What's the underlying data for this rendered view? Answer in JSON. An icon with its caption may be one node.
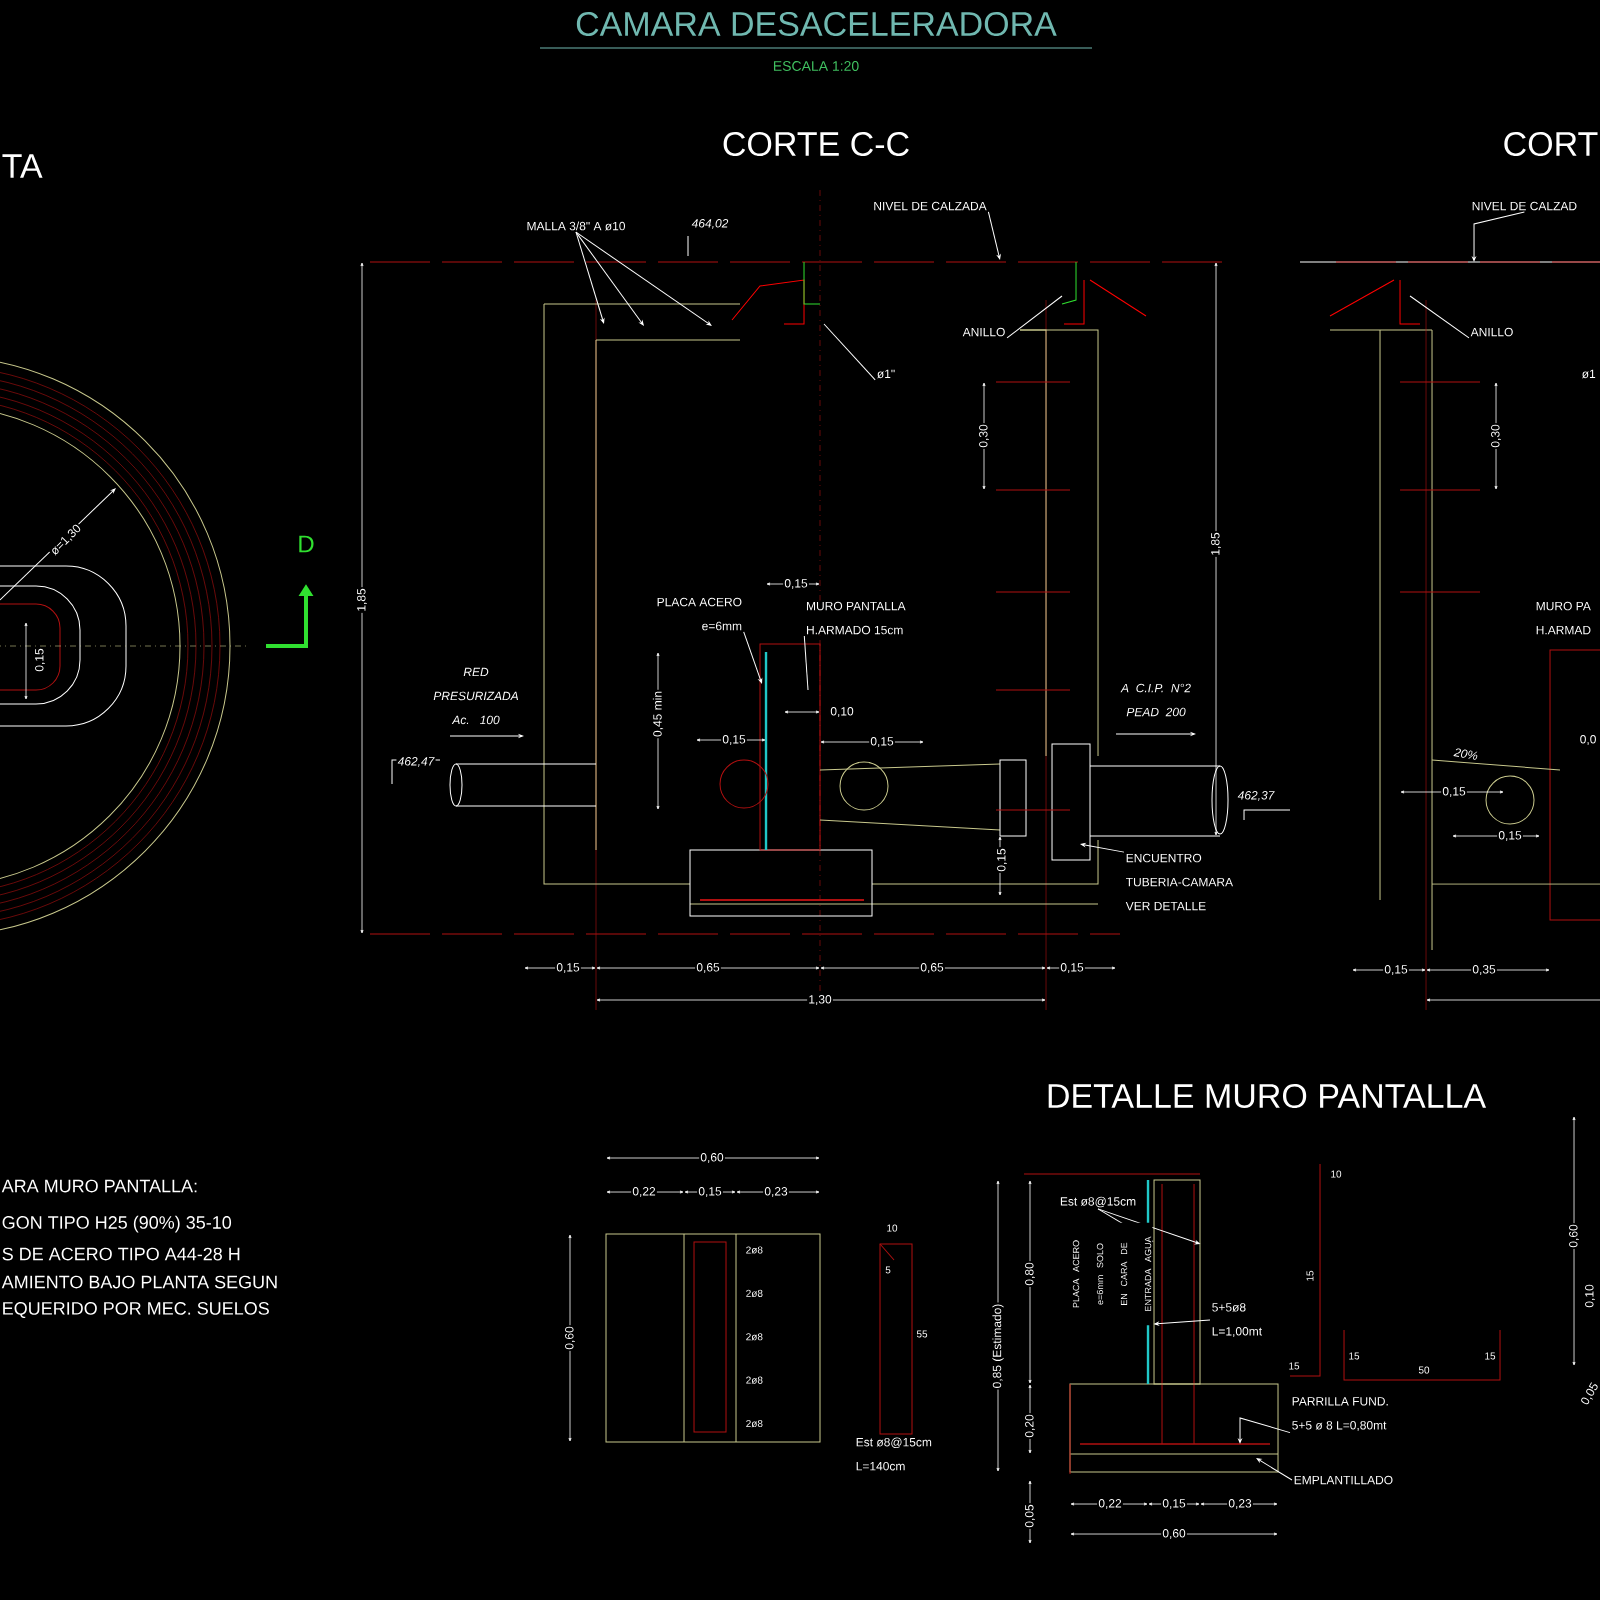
{
  "diagram": {
    "title": "CAMARA DESACELERADORA",
    "nodes": [
      {
        "text": [
          "MALLA 3/8\" A ø10"
        ]
      },
      {
        "text": [
          "NIVEL DE CALZADA"
        ]
      },
      {
        "text": [
          "ANILLO"
        ]
      },
      {
        "text": [
          "ø1\""
        ]
      },
      {
        "text": [
          "NIVEL DE CALZAD"
        ]
      },
      {
        "text": [
          "ANILLO"
        ]
      },
      {
        "text": [
          "PLACA ACERO e=6mm"
        ]
      },
      {
        "text": [
          "MURO PANTALLA H.ARMADO 15cm"
        ]
      },
      {
        "text": [
          "ENCUENTRO TUBERIA-CAMARA VER DETALLE"
        ]
      },
      {
        "text": [
          "Est ø8@15cm"
        ]
      },
      {
        "text": [
          "5+5ø8 L=1,00mt"
        ]
      },
      {
        "text": [
          "PARRILLA FUND. 5+5 ø 8 L=0,80mt"
        ]
      },
      {
        "text": [
          "EMPLANTILLADO"
        ]
      },
      {
        "text": [],
        "shape": "box"
      }
    ],
    "edges": [
      {
        "from": 0,
        "to": null,
        "arrow": "to"
      },
      {
        "from": 0,
        "to": null,
        "arrow": "to"
      },
      {
        "from": 0,
        "to": null,
        "arrow": "to"
      },
      {
        "from": 1,
        "to": null,
        "arrow": "to"
      },
      {
        "from": 2,
        "to": null,
        "arrow": "none"
      },
      {
        "from": 3,
        "to": null,
        "arrow": "none"
      },
      {
        "from": 4,
        "to": null,
        "arrow": "to"
      },
      {
        "from": 5,
        "to": null,
        "arrow": "none"
      },
      {
        "from": 6,
        "to": null,
        "arrow": "to"
      },
      {
        "from": 7,
        "to": null,
        "arrow": "none"
      },
      {
        "from": 8,
        "to": null,
        "arrow": "to"
      },
      {
        "from": 9,
        "to": 13,
        "arrow": "to"
      },
      {
        "from": 9,
        "to": 13,
        "arrow": "to"
      },
      {
        "from": 10,
        "to": 13,
        "arrow": "to"
      },
      {
        "from": 11,
        "to": null,
        "arrow": "to"
      },
      {
        "from": 12,
        "to": null,
        "arrow": "to"
      }
    ],
    "labels": [
      "ESCALA 1:20",
      "TA",
      "CORTE C-C",
      "CORT",
      "464,02",
      "ø=1,30",
      "0,15",
      "D",
      "1,85",
      "0,30",
      "1,85",
      "0,15",
      "0,45 min",
      "0,10",
      "0,15",
      "0,15",
      "RED PRESURIZADA Ac. 100",
      "462,47",
      "A C.I.P. N°2 PEAD 200",
      "462,37",
      "0,15",
      "0,15",
      "0,65",
      "0,65",
      "0,15",
      "1,30",
      "ø1",
      "MURO PA H.ARMAD",
      "0,30",
      "20%",
      "0,15",
      "0,15",
      "0,0",
      "0,15",
      "0,35",
      "ARA MURO PANTALLA:",
      "GON TIPO H25 (90%) 35-10",
      "S DE ACERO TIPO A44-28 H",
      "AMIENTO BAJO PLANTA SEGUN",
      "EQUERIDO POR MEC. SUELOS",
      "0,60",
      "0,22",
      "0,15",
      "0,23",
      "0,60",
      "2ø8",
      "2ø8",
      "2ø8",
      "2ø8",
      "2ø8",
      "10",
      "5",
      "55",
      "Est ø8@15cm L=140cm",
      "DETALLE MURO PANTALLA",
      "PLACA ACERO e=6mm SOLO EN CARA DE ENTRADA AGUA",
      "0,80",
      "0,85 (Estimado)",
      "0,20",
      "0,05",
      "0,22",
      "0,15",
      "0,23",
      "0,60",
      "10",
      "15",
      "15",
      "15",
      "50",
      "15",
      "0,60",
      "0,10",
      "0,05"
    ]
  }
}
